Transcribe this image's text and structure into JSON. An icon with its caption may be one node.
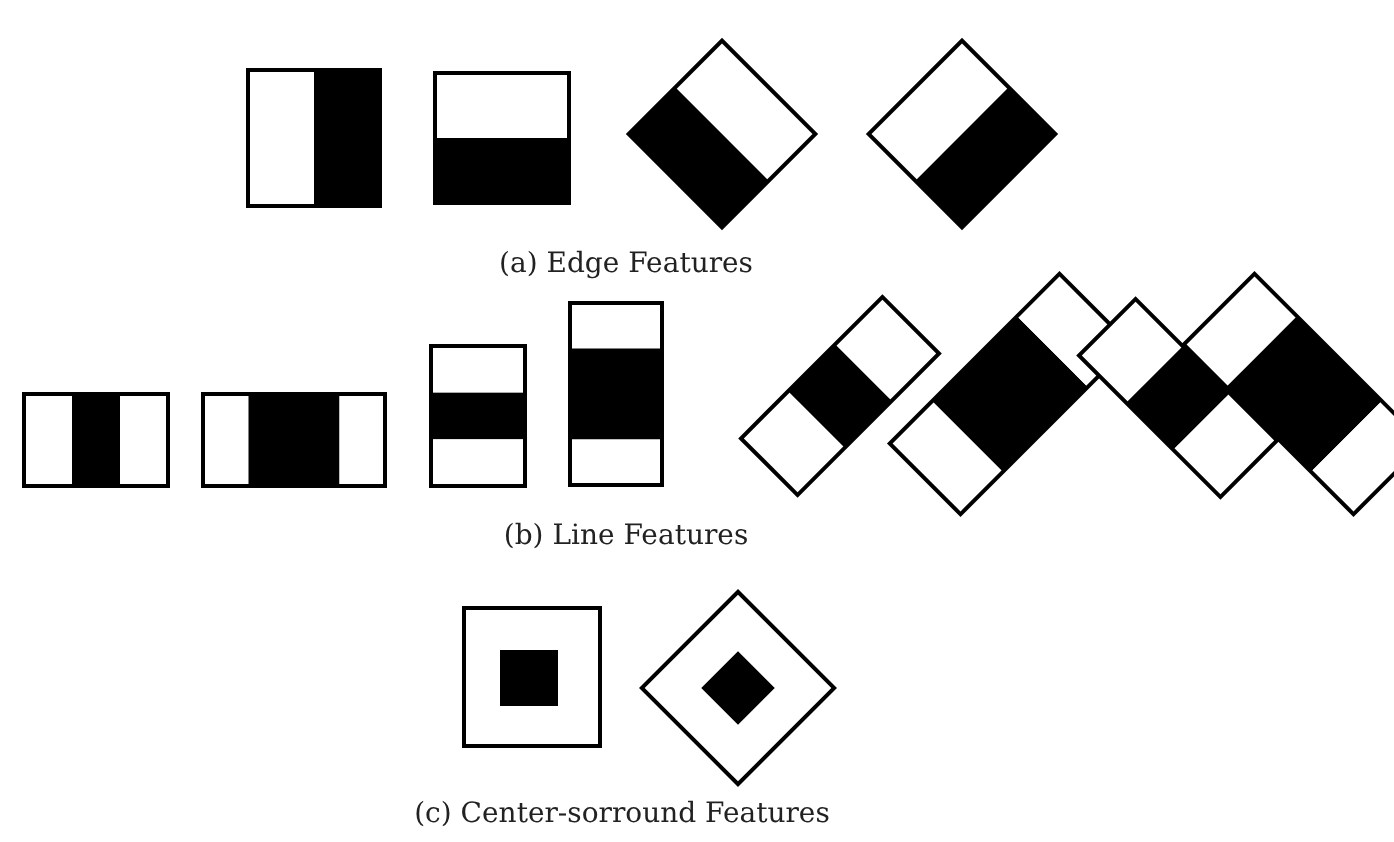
{
  "diagram": {
    "labels": [
      "(a) Edge Features",
      "(b) Line Features",
      "(c) Center-sorround Features"
    ]
  }
}
